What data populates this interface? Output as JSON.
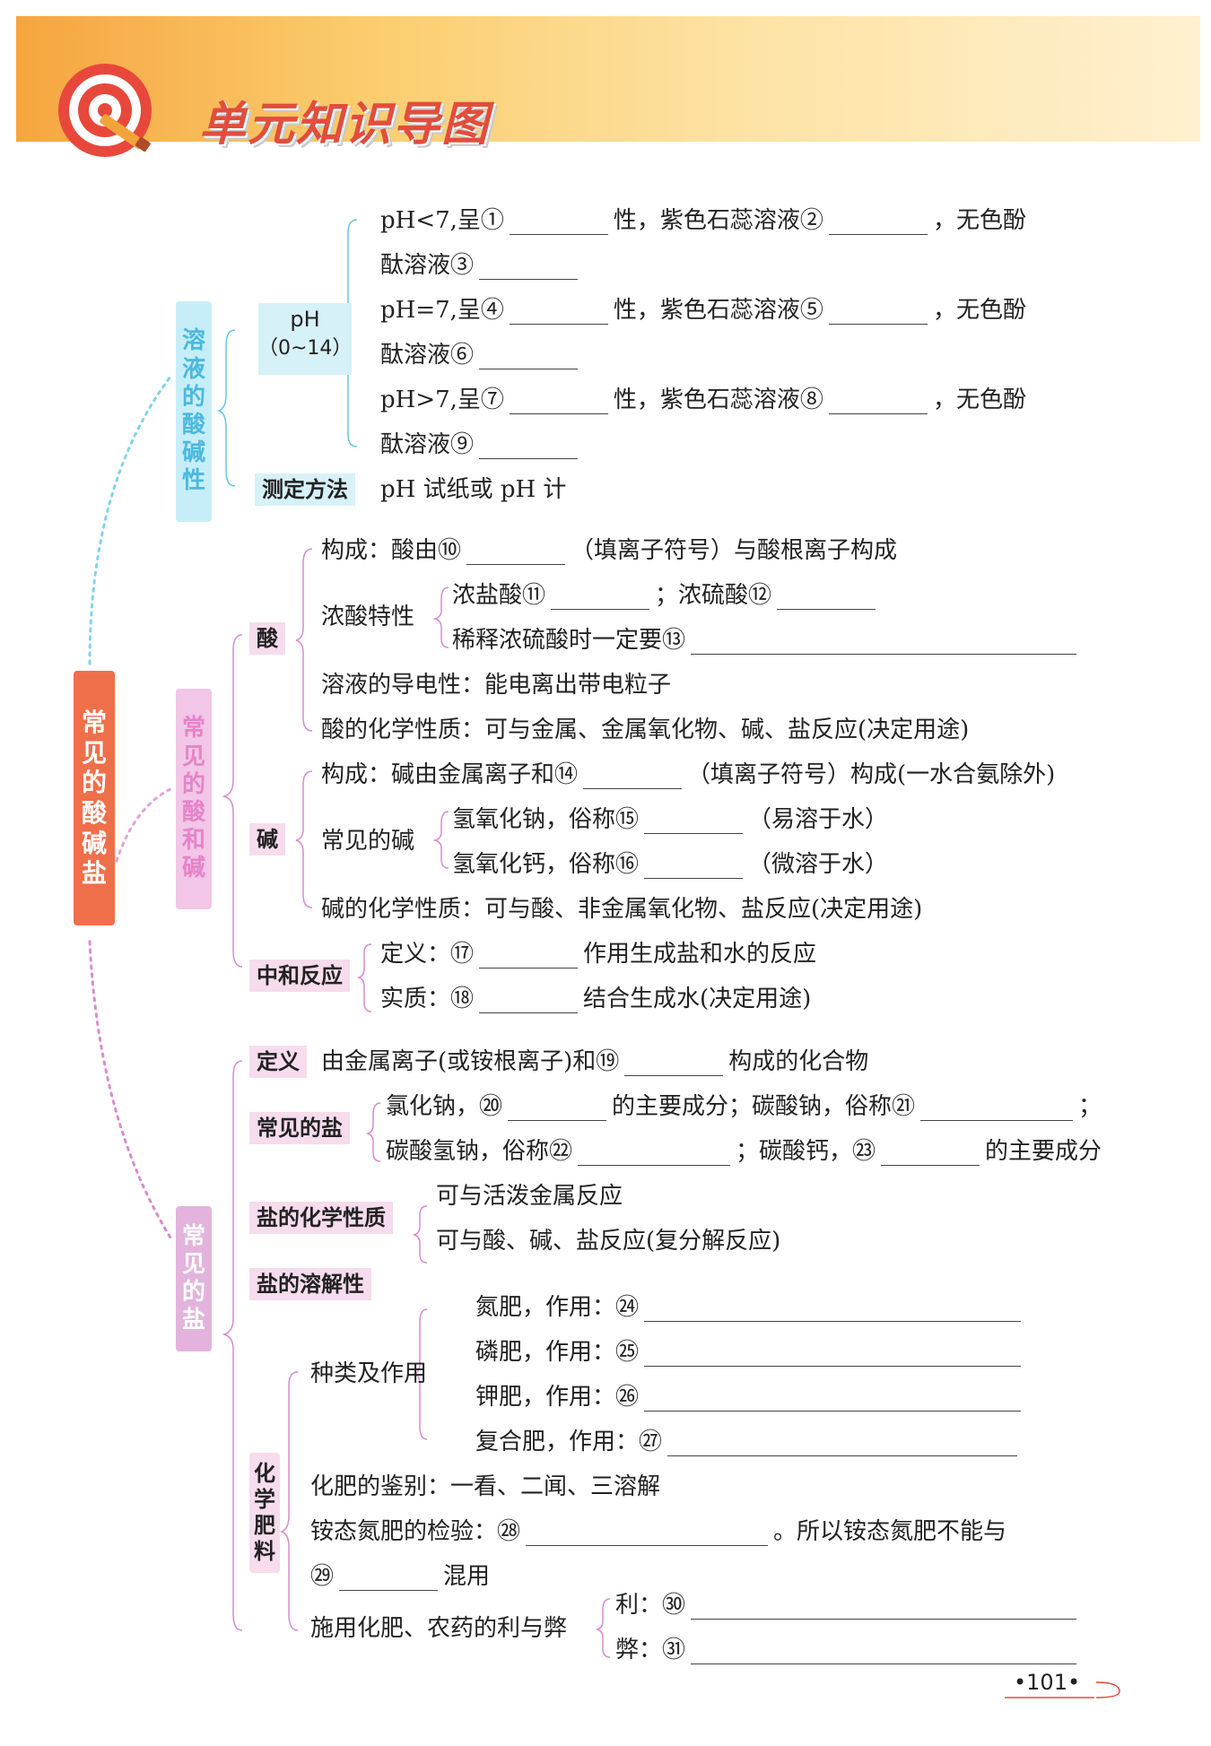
{
  "header": {
    "title": "单元知识导图"
  },
  "root": [
    "常",
    "见",
    "的",
    "酸",
    "碱",
    "盐"
  ],
  "sections": {
    "acidity": {
      "title": [
        "溶",
        "液",
        "的",
        "酸",
        "碱",
        "性"
      ],
      "ph_label": "pH",
      "ph_range": "（0~14）",
      "lines": [
        [
          "pH<7,呈①",
          "性，紫色石蕊溶液②",
          "，无色酚"
        ],
        [
          "酞溶液③"
        ],
        [
          "pH=7,呈④",
          "性，紫色石蕊溶液⑤",
          "，无色酚"
        ],
        [
          "酞溶液⑥"
        ],
        [
          "pH>7,呈⑦",
          "性，紫色石蕊溶液⑧",
          "，无色酚"
        ],
        [
          "酞溶液⑨"
        ]
      ],
      "method_label": "测定方法",
      "method_text": "pH 试纸或 pH 计"
    },
    "acid_base": {
      "title": [
        "常",
        "见",
        "的",
        "酸",
        "和",
        "碱"
      ],
      "acid": {
        "label": "酸",
        "composition": [
          "构成：酸由⑩",
          "（填离子符号）与酸根离子构成"
        ],
        "conc_label": "浓酸特性",
        "conc_line1": [
          "浓盐酸⑪",
          "；浓硫酸⑫"
        ],
        "conc_line2": [
          "稀释浓硫酸时一定要⑬"
        ],
        "conductivity": "溶液的导电性：能电离出带电粒子",
        "chemprop": "酸的化学性质：可与金属、金属氧化物、碱、盐反应(决定用途)"
      },
      "base": {
        "label": "碱",
        "composition": [
          "构成：碱由金属离子和⑭",
          "（填离子符号）构成(一水合氨除外)"
        ],
        "common_label": "常见的碱",
        "naoh": [
          "氢氧化钠，俗称⑮",
          "（易溶于水）"
        ],
        "caoh": [
          "氢氧化钙，俗称⑯",
          "（微溶于水）"
        ],
        "chemprop": "碱的化学性质：可与酸、非金属氧化物、盐反应(决定用途)"
      },
      "neutral": {
        "label": "中和反应",
        "definition": [
          "定义：⑰",
          "作用生成盐和水的反应"
        ],
        "essence": [
          "实质：⑱",
          "结合生成水(决定用途)"
        ]
      }
    },
    "salt": {
      "title": [
        "常",
        "见",
        "的",
        "盐"
      ],
      "def_label": "定义",
      "def_text": [
        "由金属离子(或铵根离子)和⑲",
        "构成的化合物"
      ],
      "common_label": "常见的盐",
      "common1": [
        "氯化钠，⑳",
        "的主要成分；碳酸钠，俗称㉑",
        "；"
      ],
      "common2": [
        "碳酸氢钠，俗称㉒",
        "；碳酸钙，㉓",
        "的主要成分"
      ],
      "chem_label": "盐的化学性质",
      "chem1": "可与活泼金属反应",
      "chem2": "可与酸、碱、盐反应(复分解反应)",
      "solubility_label": "盐的溶解性",
      "fert_title": [
        "化",
        "学",
        "肥",
        "料"
      ],
      "types_label": "种类及作用",
      "fert": [
        "氮肥，作用：㉔",
        "磷肥，作用：㉕",
        "钾肥，作用：㉖",
        "复合肥，作用：㉗"
      ],
      "identify": "化肥的鉴别：一看、二闻、三溶解",
      "ammonium": [
        "铵态氮肥的检验：㉘",
        "。所以铵态氮肥不能与"
      ],
      "ammonium2": [
        "㉙",
        "混用"
      ],
      "proscons_label": "施用化肥、农药的利与弊",
      "pro": "利：㉚",
      "con": "弊：㉛"
    }
  },
  "footer": {
    "page": "•101•"
  },
  "colors": {
    "orange": "#ef6f4a",
    "cyan": "#5fd0ea",
    "pink": "#d98ad0",
    "label_pink": "#f6dced"
  }
}
